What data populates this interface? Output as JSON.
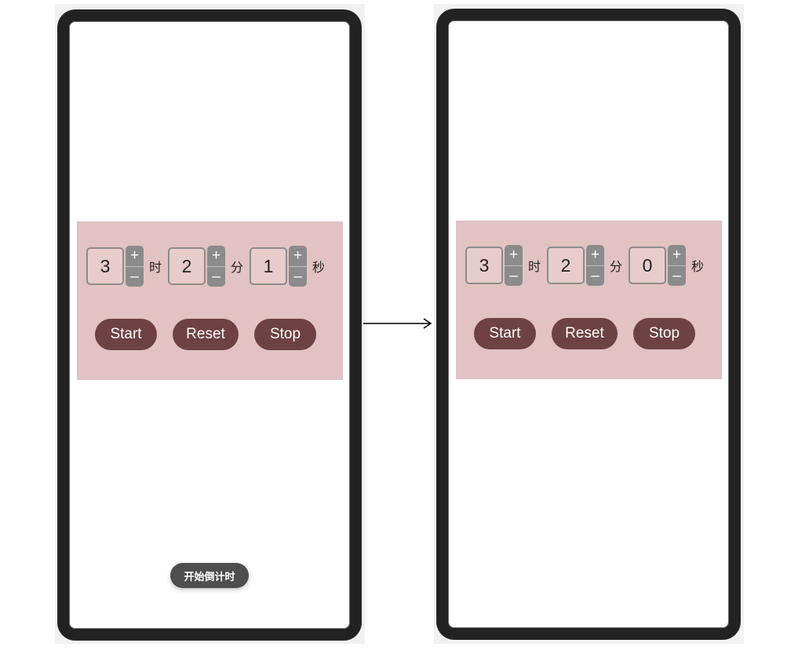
{
  "screens": [
    {
      "hours": "3",
      "hours_unit": "时",
      "minutes": "2",
      "minutes_unit": "分",
      "seconds": "1",
      "seconds_unit": "秒",
      "plus_symbol": "+",
      "minus_symbol": "–",
      "start_label": "Start",
      "reset_label": "Reset",
      "stop_label": "Stop",
      "toast": "开始倒计时"
    },
    {
      "hours": "3",
      "hours_unit": "时",
      "minutes": "2",
      "minutes_unit": "分",
      "seconds": "0",
      "seconds_unit": "秒",
      "plus_symbol": "+",
      "minus_symbol": "–",
      "start_label": "Start",
      "reset_label": "Reset",
      "stop_label": "Stop"
    }
  ],
  "colors": {
    "panel": "#e2c2c2",
    "button": "#6e4242",
    "stepper": "#8b8b8b",
    "bezel": "#222222",
    "toast": "#4e4e4e"
  },
  "icons": {
    "transition": "right-arrow-icon"
  }
}
